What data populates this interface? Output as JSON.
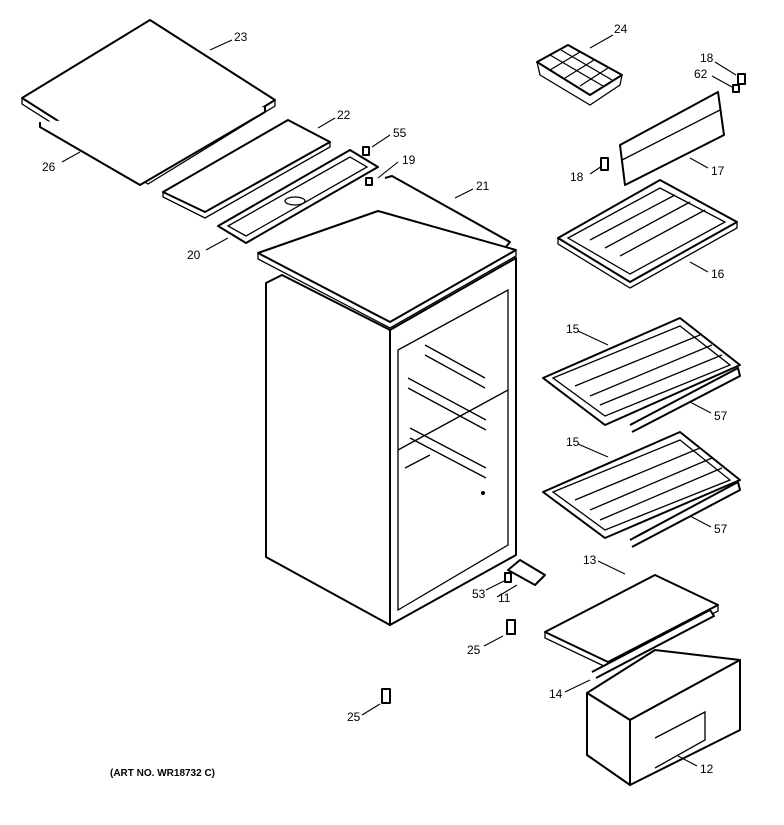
{
  "diagram": {
    "art_number": "(ART NO. WR18732 C)",
    "callouts": {
      "p23": "23",
      "p26": "26",
      "p22": "22",
      "p55": "55",
      "p19": "19",
      "p20": "20",
      "p21": "21",
      "p24": "24",
      "p18a": "18",
      "p62": "62",
      "p17": "17",
      "p18b": "18",
      "p16": "16",
      "p15a": "15",
      "p57a": "57",
      "p15b": "15",
      "p57b": "57",
      "p13": "13",
      "p53": "53",
      "p11": "11",
      "p25a": "25",
      "p25b": "25",
      "p14": "14",
      "p12": "12"
    }
  }
}
